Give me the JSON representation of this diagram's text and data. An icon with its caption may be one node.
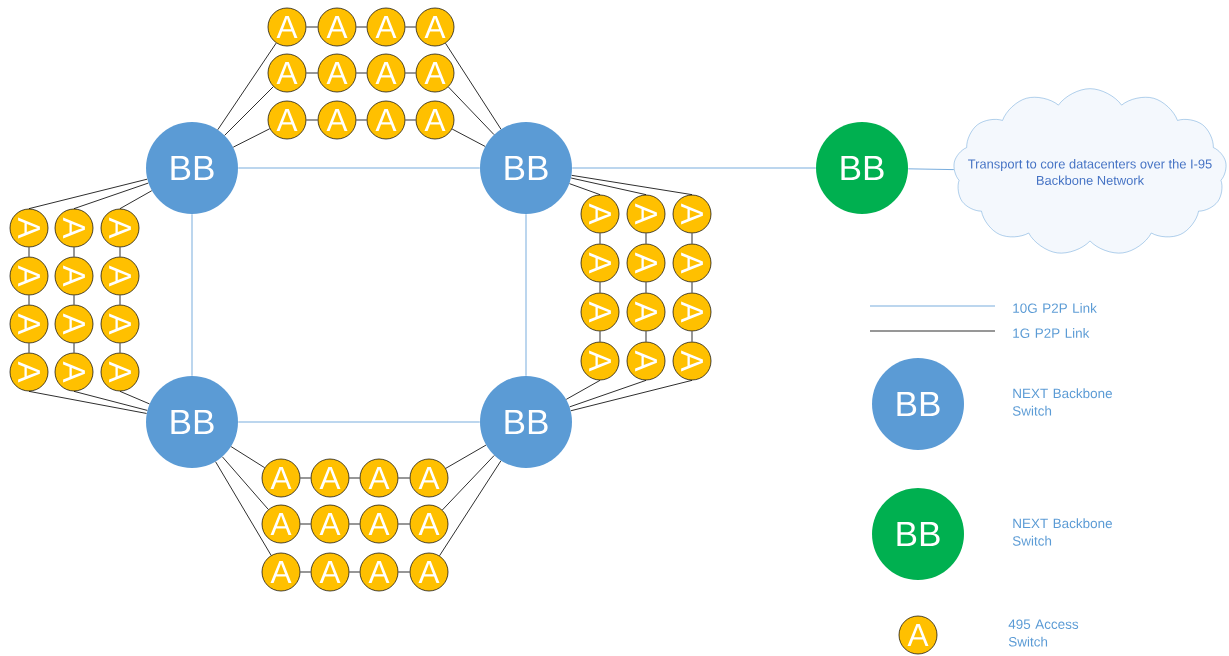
{
  "diagram": {
    "nodes": [
      {
        "text": [
          "BB"
        ]
      },
      {
        "text": [
          "BB"
        ]
      },
      {
        "text": [
          "BB"
        ]
      },
      {
        "text": [
          "Transport to core datacenters over the I-95 Backbone Network"
        ]
      },
      {
        "text": [
          "BB"
        ]
      },
      {
        "text": [
          "BB"
        ]
      },
      {
        "text": [
          "A"
        ]
      },
      {
        "text": [
          "A"
        ]
      },
      {
        "text": [
          "A"
        ]
      },
      {
        "text": [
          "A"
        ]
      },
      {
        "text": [
          "A"
        ]
      },
      {
        "text": [
          "A"
        ]
      },
      {
        "text": [
          "A"
        ]
      },
      {
        "text": [
          "A"
        ]
      },
      {
        "text": [
          "A"
        ]
      },
      {
        "text": [
          "A"
        ]
      },
      {
        "text": [
          "A"
        ]
      },
      {
        "text": [
          "A"
        ]
      },
      {
        "text": [
          "A"
        ]
      },
      {
        "text": [
          "A"
        ]
      },
      {
        "text": [
          "A"
        ]
      },
      {
        "text": [
          "A"
        ]
      },
      {
        "text": [
          "A"
        ]
      },
      {
        "text": [
          "A"
        ]
      },
      {
        "text": [
          "A"
        ]
      },
      {
        "text": [
          "A"
        ]
      },
      {
        "text": [
          "A"
        ]
      },
      {
        "text": [
          "A"
        ]
      },
      {
        "text": [
          "A"
        ]
      },
      {
        "text": [
          "A"
        ]
      },
      {
        "text": [
          "A"
        ]
      },
      {
        "text": [
          "A"
        ]
      },
      {
        "text": [
          "A"
        ]
      },
      {
        "text": [
          "A"
        ]
      },
      {
        "text": [
          "A"
        ]
      },
      {
        "text": [
          "A"
        ]
      },
      {
        "text": [
          "A"
        ]
      },
      {
        "text": [
          "A"
        ]
      },
      {
        "text": [
          "A"
        ]
      },
      {
        "text": [
          "A"
        ]
      },
      {
        "text": [
          "A"
        ]
      },
      {
        "text": [
          "A"
        ]
      },
      {
        "text": [
          "A"
        ]
      },
      {
        "text": [
          "A"
        ]
      },
      {
        "text": [
          "A"
        ]
      },
      {
        "text": [
          "A"
        ]
      },
      {
        "text": [
          "A"
        ]
      },
      {
        "text": [
          "A"
        ]
      },
      {
        "text": [
          "A"
        ]
      },
      {
        "text": [
          "A"
        ]
      },
      {
        "text": [
          "A"
        ]
      },
      {
        "text": [
          "A"
        ]
      },
      {
        "text": [
          "A"
        ]
      },
      {
        "text": [
          "A"
        ]
      }
    ],
    "edges": [
      {
        "from": 0,
        "to": 1,
        "arrow": "none",
        "color": "#5b9bd5"
      },
      {
        "from": 0,
        "to": 4,
        "arrow": "none",
        "color": "#5b9bd5"
      },
      {
        "from": 1,
        "to": 5,
        "arrow": "none",
        "color": "#5b9bd5"
      },
      {
        "from": 4,
        "to": 5,
        "arrow": "none",
        "color": "#5b9bd5"
      },
      {
        "from": 1,
        "to": 2,
        "arrow": "none",
        "color": "#5b9bd5"
      },
      {
        "from": 2,
        "to": 3,
        "arrow": "none",
        "color": "#5b9bd5"
      },
      {
        "from": 0,
        "to": 6,
        "arrow": "none"
      },
      {
        "from": 6,
        "to": 7,
        "arrow": "none"
      },
      {
        "from": 7,
        "to": 8,
        "arrow": "none"
      },
      {
        "from": 8,
        "to": 9,
        "arrow": "none"
      },
      {
        "from": 9,
        "to": 1,
        "arrow": "none"
      },
      {
        "from": 0,
        "to": 10,
        "arrow": "none"
      },
      {
        "from": 10,
        "to": 11,
        "arrow": "none"
      },
      {
        "from": 11,
        "to": 12,
        "arrow": "none"
      },
      {
        "from": 12,
        "to": 13,
        "arrow": "none"
      },
      {
        "from": 13,
        "to": 1,
        "arrow": "none"
      },
      {
        "from": 0,
        "to": 14,
        "arrow": "none"
      },
      {
        "from": 14,
        "to": 15,
        "arrow": "none"
      },
      {
        "from": 15,
        "to": 16,
        "arrow": "none"
      },
      {
        "from": 16,
        "to": 17,
        "arrow": "none"
      },
      {
        "from": 17,
        "to": 1,
        "arrow": "none"
      },
      {
        "from": 0,
        "to": 18,
        "arrow": "none"
      },
      {
        "from": 18,
        "to": 19,
        "arrow": "none"
      },
      {
        "from": 19,
        "to": 20,
        "arrow": "none"
      },
      {
        "from": 20,
        "to": 21,
        "arrow": "none"
      },
      {
        "from": 21,
        "to": 4,
        "arrow": "none"
      },
      {
        "from": 0,
        "to": 22,
        "arrow": "none"
      },
      {
        "from": 22,
        "to": 23,
        "arrow": "none"
      },
      {
        "from": 23,
        "to": 24,
        "arrow": "none"
      },
      {
        "from": 24,
        "to": 25,
        "arrow": "none"
      },
      {
        "from": 25,
        "to": 4,
        "arrow": "none"
      },
      {
        "from": 0,
        "to": 26,
        "arrow": "none"
      },
      {
        "from": 26,
        "to": 27,
        "arrow": "none"
      },
      {
        "from": 27,
        "to": 28,
        "arrow": "none"
      },
      {
        "from": 28,
        "to": 29,
        "arrow": "none"
      },
      {
        "from": 29,
        "to": 4,
        "arrow": "none"
      },
      {
        "from": 1,
        "to": 30,
        "arrow": "none"
      },
      {
        "from": 30,
        "to": 31,
        "arrow": "none"
      },
      {
        "from": 31,
        "to": 32,
        "arrow": "none"
      },
      {
        "from": 32,
        "to": 33,
        "arrow": "none"
      },
      {
        "from": 33,
        "to": 5,
        "arrow": "none"
      },
      {
        "from": 1,
        "to": 34,
        "arrow": "none"
      },
      {
        "from": 34,
        "to": 35,
        "arrow": "none"
      },
      {
        "from": 35,
        "to": 36,
        "arrow": "none"
      },
      {
        "from": 36,
        "to": 37,
        "arrow": "none"
      },
      {
        "from": 37,
        "to": 5,
        "arrow": "none"
      },
      {
        "from": 1,
        "to": 38,
        "arrow": "none"
      },
      {
        "from": 38,
        "to": 39,
        "arrow": "none"
      },
      {
        "from": 39,
        "to": 40,
        "arrow": "none"
      },
      {
        "from": 40,
        "to": 41,
        "arrow": "none"
      },
      {
        "from": 41,
        "to": 5,
        "arrow": "none"
      },
      {
        "from": 4,
        "to": 42,
        "arrow": "none"
      },
      {
        "from": 42,
        "to": 43,
        "arrow": "none"
      },
      {
        "from": 43,
        "to": 44,
        "arrow": "none"
      },
      {
        "from": 44,
        "to": 45,
        "arrow": "none"
      },
      {
        "from": 45,
        "to": 5,
        "arrow": "none"
      },
      {
        "from": 4,
        "to": 46,
        "arrow": "none"
      },
      {
        "from": 46,
        "to": 47,
        "arrow": "none"
      },
      {
        "from": 47,
        "to": 48,
        "arrow": "none"
      },
      {
        "from": 48,
        "to": 49,
        "arrow": "none"
      },
      {
        "from": 49,
        "to": 5,
        "arrow": "none"
      },
      {
        "from": 4,
        "to": 50,
        "arrow": "none"
      },
      {
        "from": 50,
        "to": 51,
        "arrow": "none"
      },
      {
        "from": 51,
        "to": 52,
        "arrow": "none"
      },
      {
        "from": 52,
        "to": 53,
        "arrow": "none"
      },
      {
        "from": 53,
        "to": 5,
        "arrow": "none"
      }
    ],
    "labels": [
      "BB",
      "BB",
      "A"
    ],
    "legend": [
      {
        "text": "10G P2P Link"
      },
      {
        "text": "1G P2P Link"
      },
      {
        "text": "NEXT Backbone Switch",
        "color": "#5b9bd5"
      },
      {
        "text": "NEXT Backbone Switch",
        "color": "#00b050"
      },
      {
        "text": "495 Access Switch",
        "color": "#ffc000"
      }
    ]
  }
}
